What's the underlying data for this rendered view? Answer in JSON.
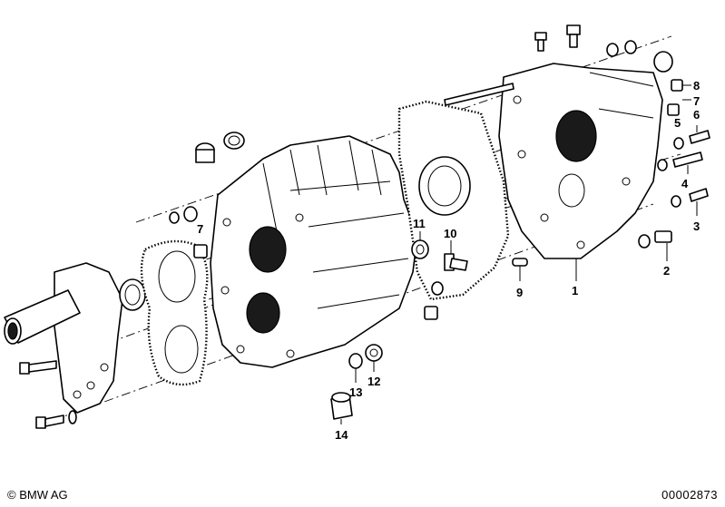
{
  "diagram": {
    "callouts": [
      "1",
      "2",
      "3",
      "4",
      "5",
      "6",
      "7",
      "8",
      "9",
      "10",
      "11",
      "12",
      "13",
      "14",
      "7"
    ]
  },
  "footer": {
    "copyright": "© BMW AG",
    "reference": "00002873"
  }
}
